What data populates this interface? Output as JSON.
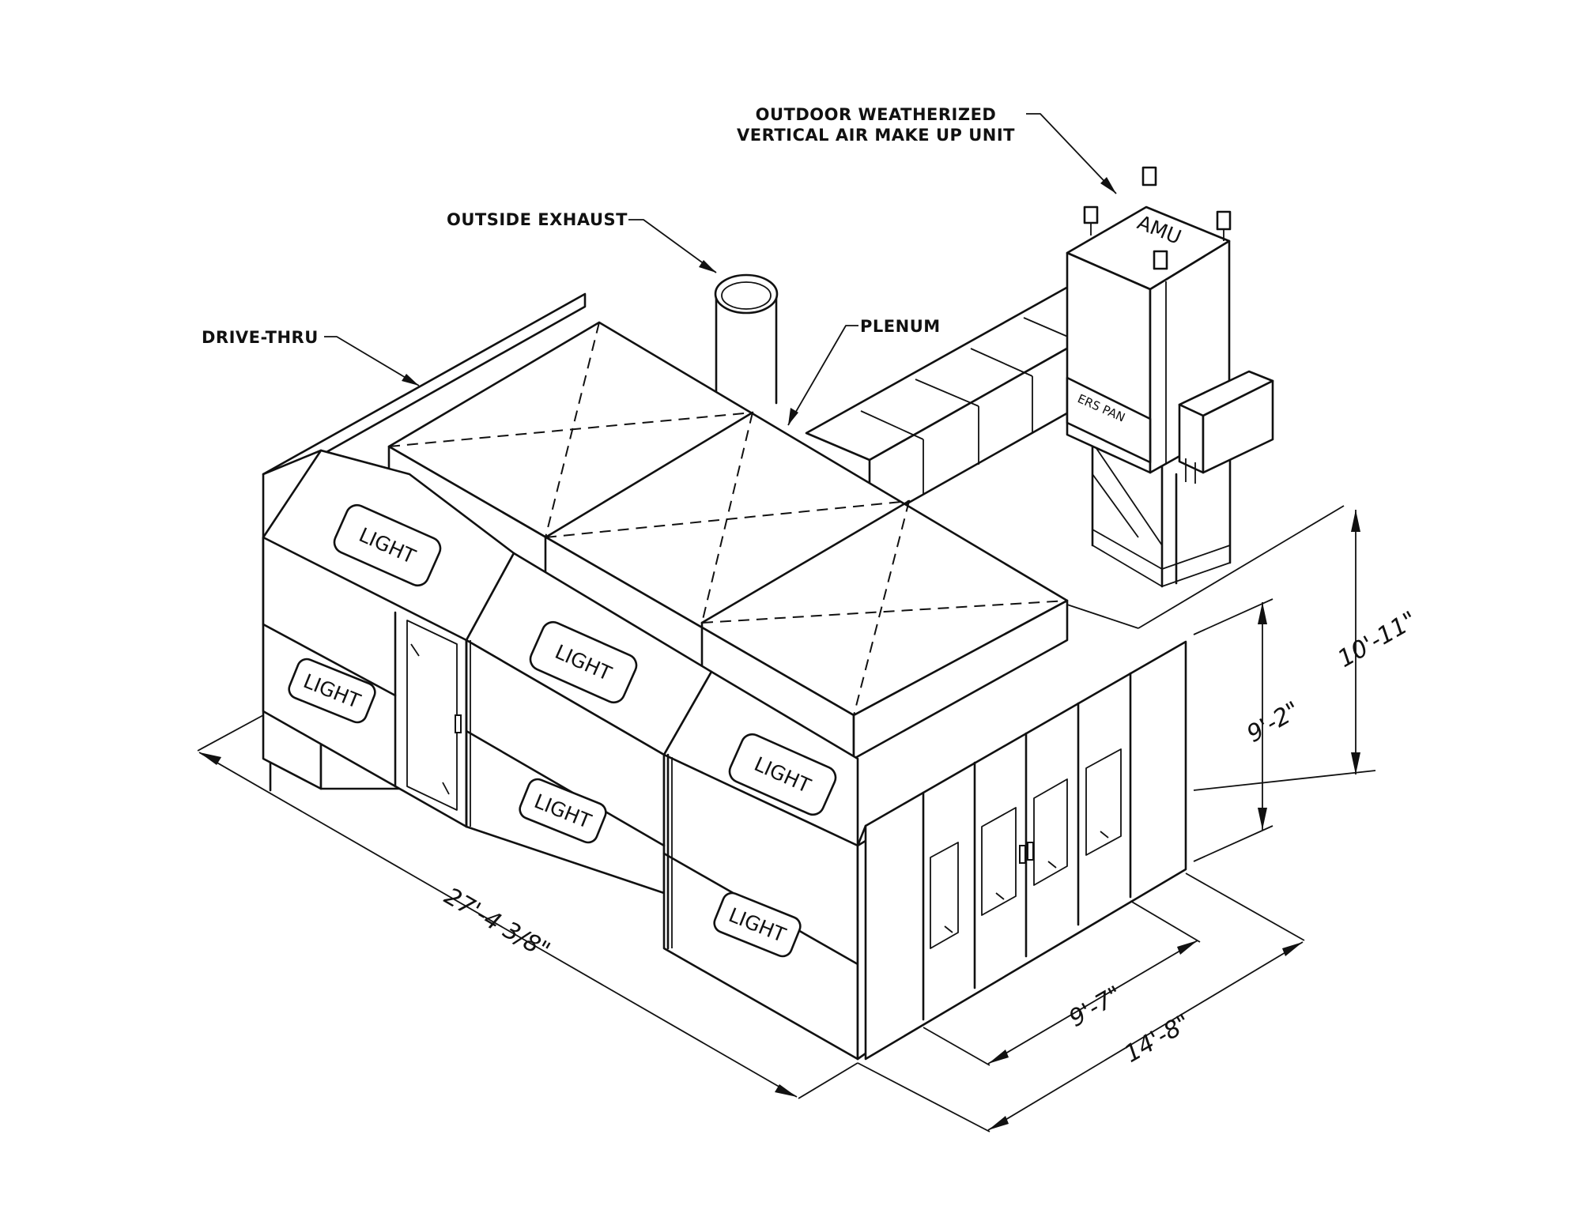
{
  "callouts": {
    "amu_line1": "OUTDOOR WEATHERIZED",
    "amu_line2": "VERTICAL AIR MAKE UP UNIT",
    "exhaust": "OUTSIDE EXHAUST",
    "plenum": "PLENUM",
    "drive_thru": "DRIVE-THRU"
  },
  "unit_labels": {
    "amu": "AMU",
    "ers_pan": "ERS PAN"
  },
  "light_label": "LIGHT",
  "dimensions": {
    "length": "27'-4  3/8\"",
    "door_width": "9'-7\"",
    "overall_width": "14'-8\"",
    "wall_height": "9'-2\"",
    "overall_height": "10'-11\""
  }
}
